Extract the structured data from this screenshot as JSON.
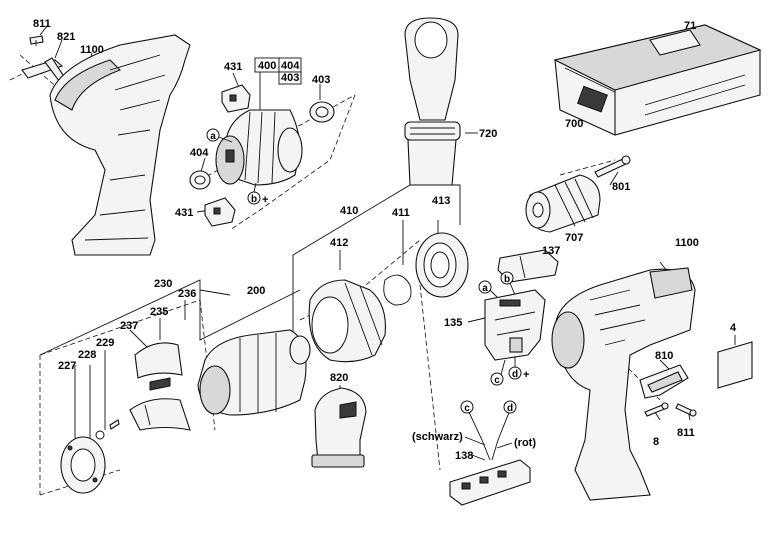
{
  "labels": {
    "p811a": "811",
    "p821": "821",
    "p1100a": "1100",
    "p431a": "431",
    "p400": "400",
    "p404a": "404",
    "p403a": "403",
    "p403b": "403",
    "p404b": "404",
    "p431b": "431",
    "p720": "720",
    "p71": "71",
    "p700": "700",
    "p801": "801",
    "p707": "707",
    "p410": "410",
    "p411": "411",
    "p413": "413",
    "p412": "412",
    "p137": "137",
    "p1100b": "1100",
    "p4": "4",
    "p230": "230",
    "p200": "200",
    "p236": "236",
    "p235": "235",
    "p237": "237",
    "p229": "229",
    "p228": "228",
    "p227": "227",
    "p135": "135",
    "p810": "810",
    "p820": "820",
    "p8": "8",
    "p811b": "811",
    "p138": "138",
    "schwarz": "(schwarz)",
    "rot": "(rot)"
  },
  "callouts": {
    "a1": "a",
    "b1": "b",
    "b1_sign": "+",
    "a2": "a",
    "b2": "b",
    "c1": "c",
    "d1": "d",
    "d1_sign": "+",
    "c2": "c",
    "d2": "d"
  }
}
